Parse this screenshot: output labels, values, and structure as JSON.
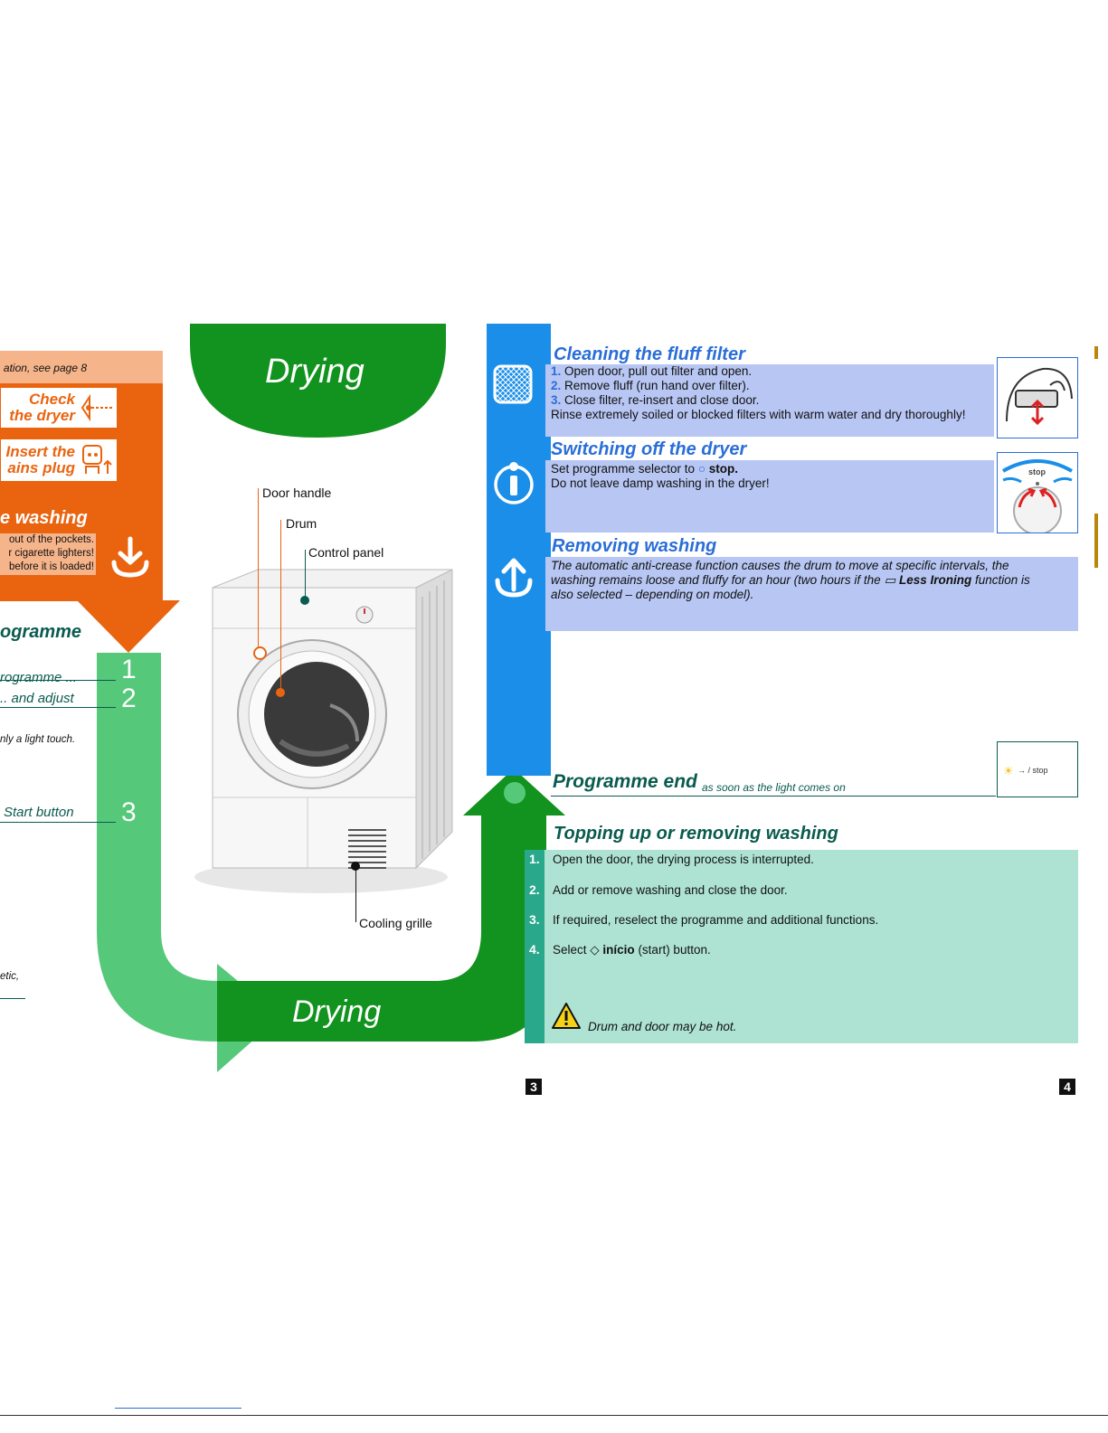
{
  "left": {
    "header_note": "ation, see page 8",
    "check_label_1": "Check",
    "check_label_2": "the dryer",
    "insert_label_1": "Insert the",
    "insert_label_2": "ains plug",
    "washing_title": "e washing",
    "washing_notes": [
      "out of the pockets.",
      "r cigarette lighters!",
      "before it is loaded!"
    ],
    "programme_title": "ogramme",
    "step1_text": "rogramme ...",
    "step1_num": "1",
    "step2_text": ".. and adjust",
    "step2_num": "2",
    "light_touch": "nly a light touch.",
    "step3_text": "Start button",
    "step3_num": "3",
    "bottom_fragment": "etic,"
  },
  "center": {
    "title": "Drying",
    "bottom_title": "Drying",
    "labels": {
      "door_handle": "Door handle",
      "drum": "Drum",
      "control_panel": "Control panel",
      "cooling_grille": "Cooling grille"
    }
  },
  "right": {
    "cleaning": {
      "title": "Cleaning the fluff filter",
      "steps": [
        {
          "num": "1.",
          "text": "Open door, pull out filter and open."
        },
        {
          "num": "2.",
          "text": "Remove fluff (run hand over filter)."
        },
        {
          "num": "3.",
          "text": "Close filter, re-insert and close door."
        }
      ],
      "note": "Rinse extremely soiled or blocked filters with warm water and dry thoroughly!"
    },
    "switching": {
      "title": "Switching off the dryer",
      "line1_a": "Set programme selector to ",
      "line1_b": "stop.",
      "line2": "Do not leave damp washing in the dryer!",
      "dial_label": "stop"
    },
    "removing": {
      "title": "Removing washing",
      "text_a": "The automatic anti-crease function causes the drum to move at specific intervals, the washing remains loose and fluffy for an hour (two hours if the ",
      "text_bold": "Less Ironing",
      "text_b": " function is also selected – depending on model)."
    },
    "programme_end": {
      "title": "Programme end",
      "sub": "as soon as the light comes on",
      "indicator": "→  / stop"
    },
    "topping": {
      "title": "Topping up or removing washing",
      "steps": [
        {
          "num": "1.",
          "text": "Open the door, the drying process is interrupted."
        },
        {
          "num": "2.",
          "text": "Add or remove washing and close the door."
        },
        {
          "num": "3.",
          "text": "If required, reselect the programme and additional functions."
        },
        {
          "num": "4.",
          "text_a": "Select ",
          "text_bold": "início",
          "text_b": " (start) button."
        }
      ],
      "warning": "Drum and door may be hot."
    }
  },
  "pages": {
    "left": "3",
    "right": "4"
  },
  "colors": {
    "orange": "#ea6410",
    "green_light": "#55c87a",
    "green_dark": "#12921e",
    "blue": "#1a8ee8",
    "lavender": "#b7c6f3",
    "mint": "#aee3d3",
    "teal": "#2aa88b"
  }
}
